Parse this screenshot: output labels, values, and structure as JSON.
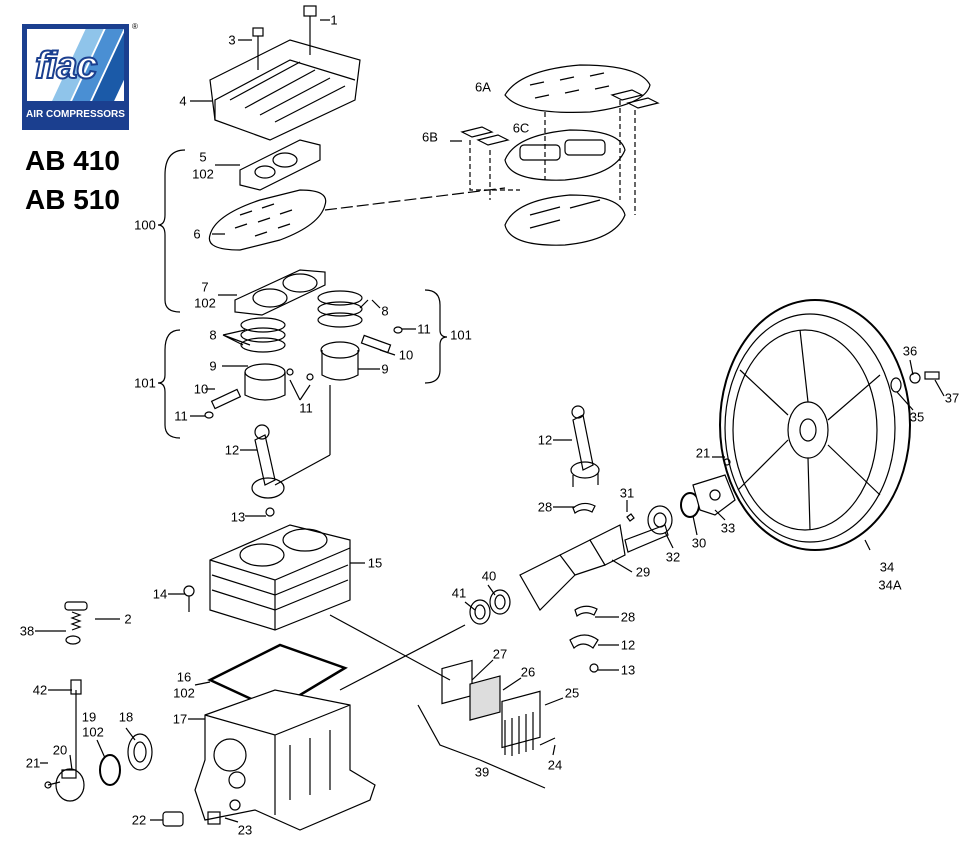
{
  "logo": {
    "brand": "fiac",
    "tagline": "AIR COMPRESSORS",
    "registered": "®"
  },
  "models": [
    "AB 410",
    "AB 510"
  ],
  "callouts": [
    "1",
    "3",
    "4",
    "5",
    "102",
    "6A",
    "6B",
    "6C",
    "100",
    "6",
    "7",
    "102",
    "8",
    "8",
    "11",
    "101",
    "10",
    "9",
    "9",
    "101",
    "10",
    "11",
    "11",
    "12",
    "12",
    "36",
    "37",
    "35",
    "21",
    "31",
    "28",
    "33",
    "32",
    "30",
    "13",
    "15",
    "29",
    "40",
    "41",
    "14",
    "28",
    "2",
    "38",
    "34",
    "34A",
    "12",
    "27",
    "13",
    "16",
    "102",
    "26",
    "42",
    "25",
    "17",
    "19",
    "102",
    "18",
    "20",
    "21",
    "24",
    "39",
    "22",
    "23"
  ]
}
